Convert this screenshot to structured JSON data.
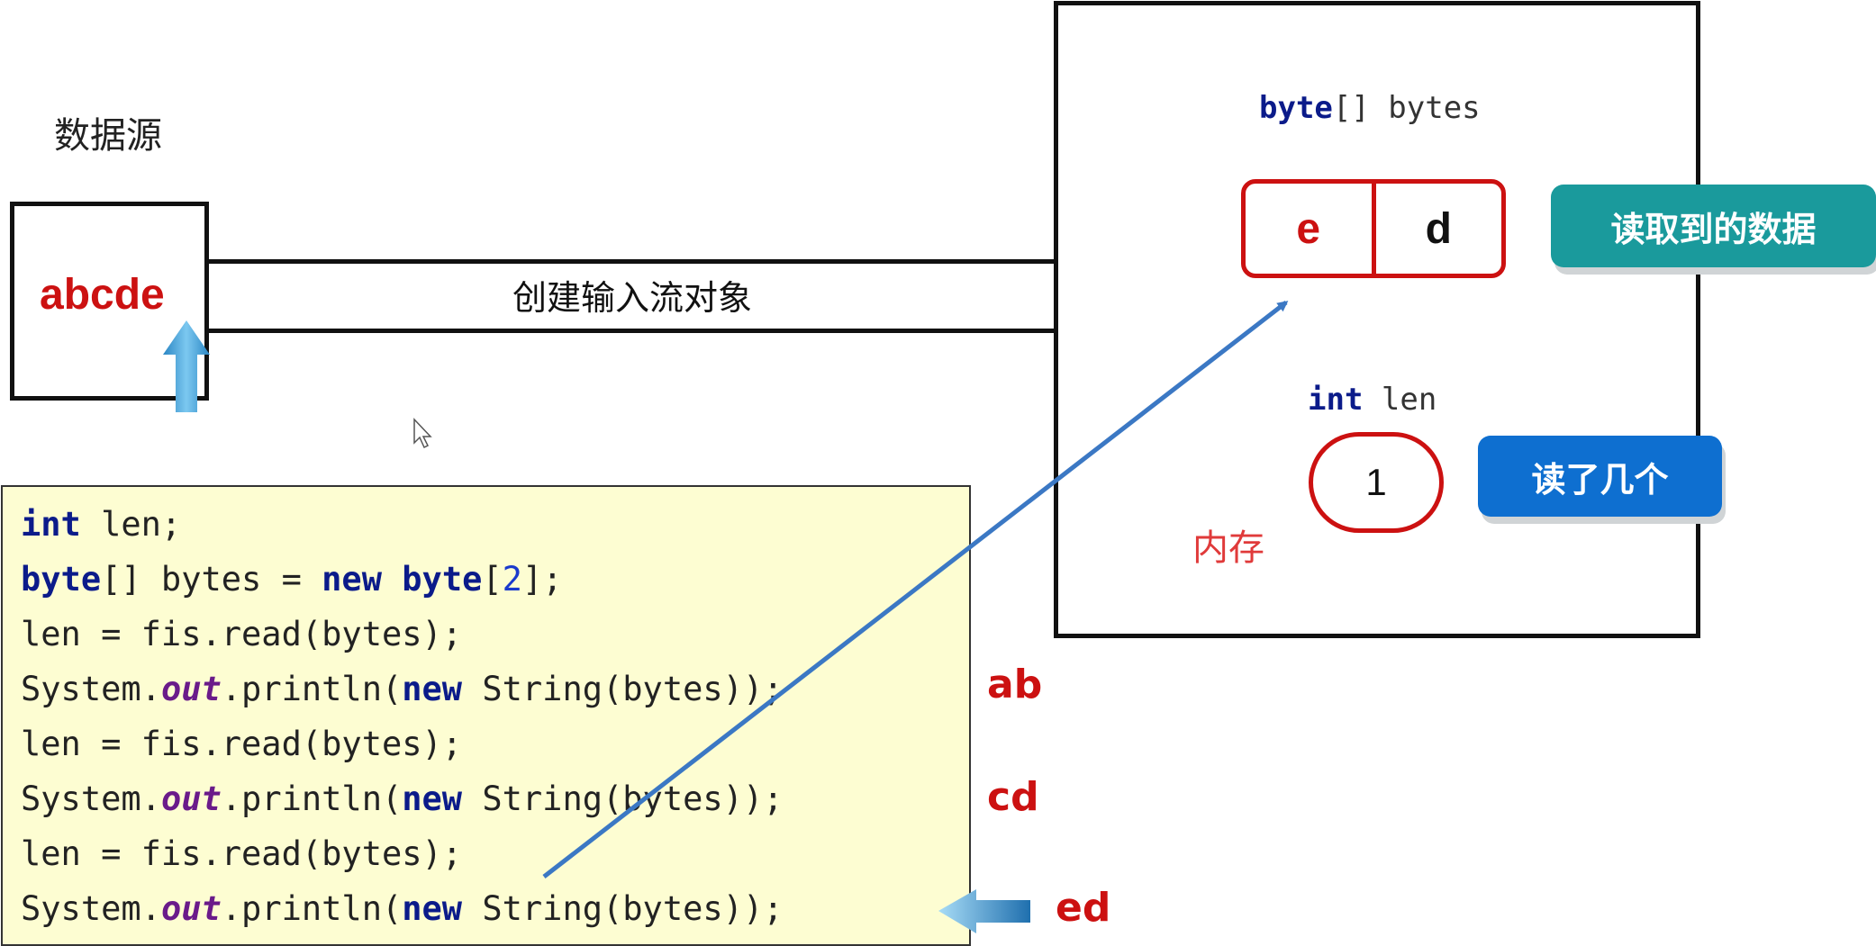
{
  "data_source": {
    "title": "数据源",
    "content": "abcde"
  },
  "stream": {
    "label": "创建输入流对象"
  },
  "memory": {
    "label": "内存",
    "bytes_declaration": {
      "keyword": "byte",
      "rest": "[] bytes"
    },
    "byte_cells": [
      "e",
      "d"
    ],
    "len_declaration": {
      "keyword": "int",
      "rest": " len"
    },
    "len_value": "1"
  },
  "callouts": {
    "data_read": "读取到的数据",
    "count_read": "读了几个"
  },
  "code": {
    "line1": {
      "kw": "int",
      "rest": " len;"
    },
    "line2": {
      "kw1": "byte",
      "mid1": "[] bytes = ",
      "kw2": "new",
      "sp": " ",
      "kw3": "byte",
      "open": "[",
      "num": "2",
      "close": "];"
    },
    "line3": "len = fis.read(bytes);",
    "line4": {
      "pre": "System.",
      "field": "out",
      "mid": ".println(",
      "kw": "new",
      "post": " String(bytes));"
    },
    "line5": "len = fis.read(bytes);",
    "line6": {
      "pre": "System.",
      "field": "out",
      "mid": ".println(",
      "kw": "new",
      "post": " String(bytes));"
    },
    "line7": "len = fis.read(bytes);",
    "line8": {
      "pre": "System.",
      "field": "out",
      "mid": ".println(",
      "kw": "new",
      "post": " String(bytes));"
    }
  },
  "outputs": [
    "ab",
    "cd",
    "ed"
  ],
  "colors": {
    "keyword": "#0b1b8a",
    "field": "#6a1b8a",
    "output": "#cc1111",
    "code_background": "#fdfdd2",
    "callout_teal": "#1a9a9c",
    "callout_blue": "#0e6fd0",
    "pointer_arrows": "#4aa8dc",
    "connector_line": "#3b78c4"
  },
  "icons": {
    "source_pointer": "up-arrow-icon",
    "current_line_pointer": "left-arrow-icon",
    "cursor": "mouse-cursor-icon"
  }
}
